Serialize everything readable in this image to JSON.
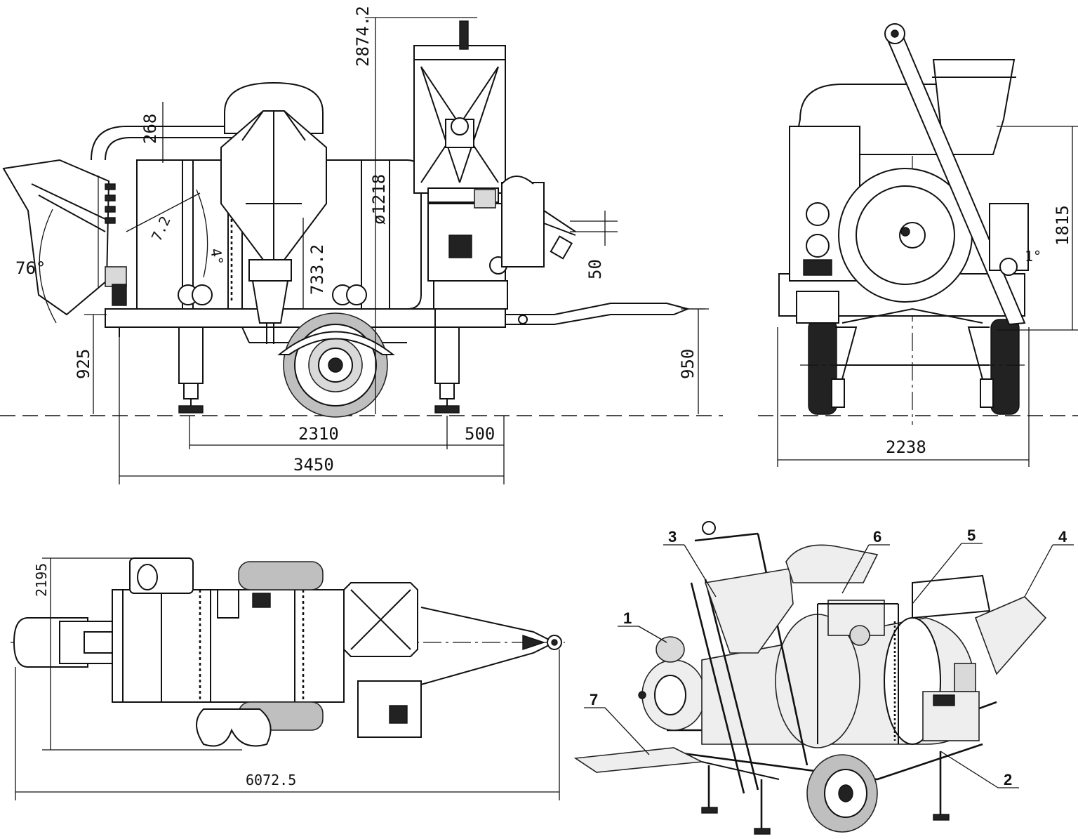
{
  "side_view": {
    "dimensions": {
      "overall_height": "2874.2",
      "hood_offset": "268",
      "drum_diameter": "ø1218",
      "drum_axis_height": "733.2",
      "chimney_offset": "50",
      "frame_height_left": "925",
      "frame_height_right": "950",
      "axle_to_jack": "2310",
      "jack_to_end": "500",
      "frame_length": "3450",
      "hopper_angle": "76°",
      "drum_inclination": "4°",
      "feeder_angle": "7.2"
    }
  },
  "end_view": {
    "dimensions": {
      "height_above_frame": "1815",
      "overall_width": "2238",
      "tilt_angle": "1°"
    }
  },
  "plan_view": {
    "dimensions": {
      "overall_width": "2195",
      "overall_length": "6072.5"
    }
  },
  "isometric_view": {
    "callouts": [
      "1",
      "2",
      "3",
      "4",
      "5",
      "6",
      "7"
    ]
  }
}
